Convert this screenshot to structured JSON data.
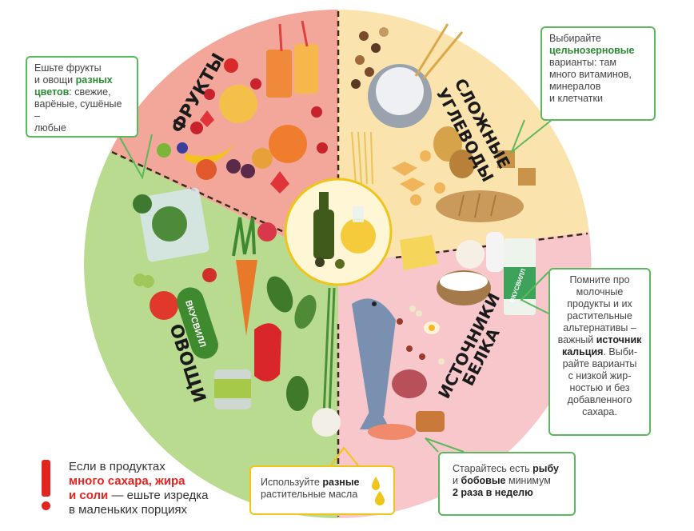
{
  "colors": {
    "fruits": "#f2a79a",
    "carbs": "#fbe3ad",
    "vegetables": "#b9db8f",
    "protein": "#f7c7cc",
    "oil_center": "#fff6d6",
    "callout_border": "#5cb85c",
    "alert_red": "#e32421"
  },
  "segments": {
    "fruits": {
      "label": "ФРУКТЫ"
    },
    "carbs": {
      "label_line1": "СЛОЖНЫЕ",
      "label_line2": "УГЛЕВОДЫ"
    },
    "vegetables": {
      "label": "ОВОЩИ"
    },
    "protein": {
      "label_line1": "ИСТОЧНИКИ",
      "label_line2": "БЕЛКА"
    }
  },
  "decor": {
    "cucumber_brand": "ВКУСВИЛЛ",
    "milk_brand": "ВКУСВИЛЛ"
  },
  "icons": [
    "fruits-illustration",
    "grains-illustration",
    "vegetables-illustration",
    "protein-illustration",
    "oil-bottle-icon",
    "oil-drop-icon",
    "exclamation-icon"
  ],
  "callouts": {
    "fruits": [
      {
        "t": "Ешьте фрукты\nи овощи ",
        "b": false
      },
      {
        "t": "разных\nцветов",
        "b": true
      },
      {
        "t": ": свежие,\nварёные, сушёные –\nлюбые",
        "b": false
      }
    ],
    "carbs": [
      {
        "t": "Выбирайте\n",
        "b": false
      },
      {
        "t": "цельнозерновые",
        "b": true
      },
      {
        "t": "\nварианты: там\nмного витаминов,\nминералов\nи клетчатки",
        "b": false
      }
    ],
    "dairy": [
      {
        "t": "Помните про\nмолочные\nпродукты и их\nрастительные\nальтернативы –\nважный ",
        "b": false
      },
      {
        "t": "источник\nкальция",
        "b": true
      },
      {
        "t": ". Выби-\nрайте варианты\nс низкой жир-\nностью и без\nдобавленного\nсахара.",
        "b": false
      }
    ],
    "fish": [
      {
        "t": "Старайтесь есть ",
        "b": false
      },
      {
        "t": "рыбу",
        "b": true
      },
      {
        "t": "\nи ",
        "b": false
      },
      {
        "t": "бобовые",
        "b": true
      },
      {
        "t": " минимум\n",
        "b": false
      },
      {
        "t": "2 раза в неделю",
        "b": true
      }
    ],
    "oil": [
      {
        "t": "Используйте ",
        "b": false
      },
      {
        "t": "разные",
        "b": true
      },
      {
        "t": "\nрастительные масла",
        "b": false
      }
    ]
  },
  "alert": [
    {
      "t": "Если в продуктах\n",
      "r": false
    },
    {
      "t": "много сахара, жира\nи соли",
      "r": true
    },
    {
      "t": " — ешьте изредка\nв маленьких порциях",
      "r": false
    }
  ]
}
